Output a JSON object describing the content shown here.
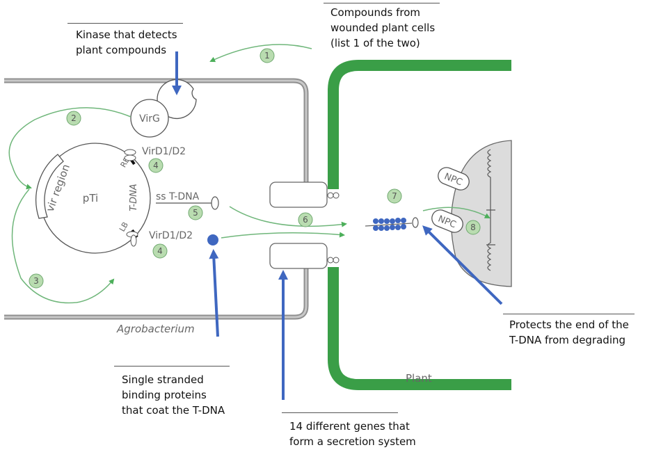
{
  "diagram": {
    "organism_labels": {
      "bacterium": "Agrobacterium",
      "plant": "Plant"
    },
    "components": {
      "virg": "VirG",
      "plasmid": "pTi",
      "vir_region": "vir region",
      "t_dna": "T-DNA",
      "right_border": "RB",
      "left_border": "LB",
      "vird_top": "VirD1/D2",
      "vird_bottom": "VirD1/D2",
      "ss_tdna": "ss T-DNA",
      "npc_top": "NPC",
      "npc_bottom": "NPC"
    },
    "steps": [
      "1",
      "2",
      "3",
      "4",
      "4",
      "5",
      "6",
      "7",
      "8"
    ],
    "colors": {
      "bacterial_wall": "#9a9a9a",
      "plant_wall": "#3a9e47",
      "arrow_green": "#4caf5a",
      "step_fill": "#b9dcb0",
      "annotation_blue": "#3f67c0",
      "nucleus_fill": "#dcdcdc"
    }
  },
  "annotations": [
    {
      "id": "kinase",
      "text": "Kinase that detects\nplant compounds"
    },
    {
      "id": "compounds",
      "text": "Compounds from\nwounded plant cells\n(list 1 of the two)"
    },
    {
      "id": "ssb",
      "text": "Single stranded\nbinding proteins\nthat coat the T-DNA"
    },
    {
      "id": "secretion",
      "text": "14 different genes that\nform a secretion system"
    },
    {
      "id": "protects",
      "text": "Protects the end of the\nT-DNA from degrading"
    }
  ]
}
